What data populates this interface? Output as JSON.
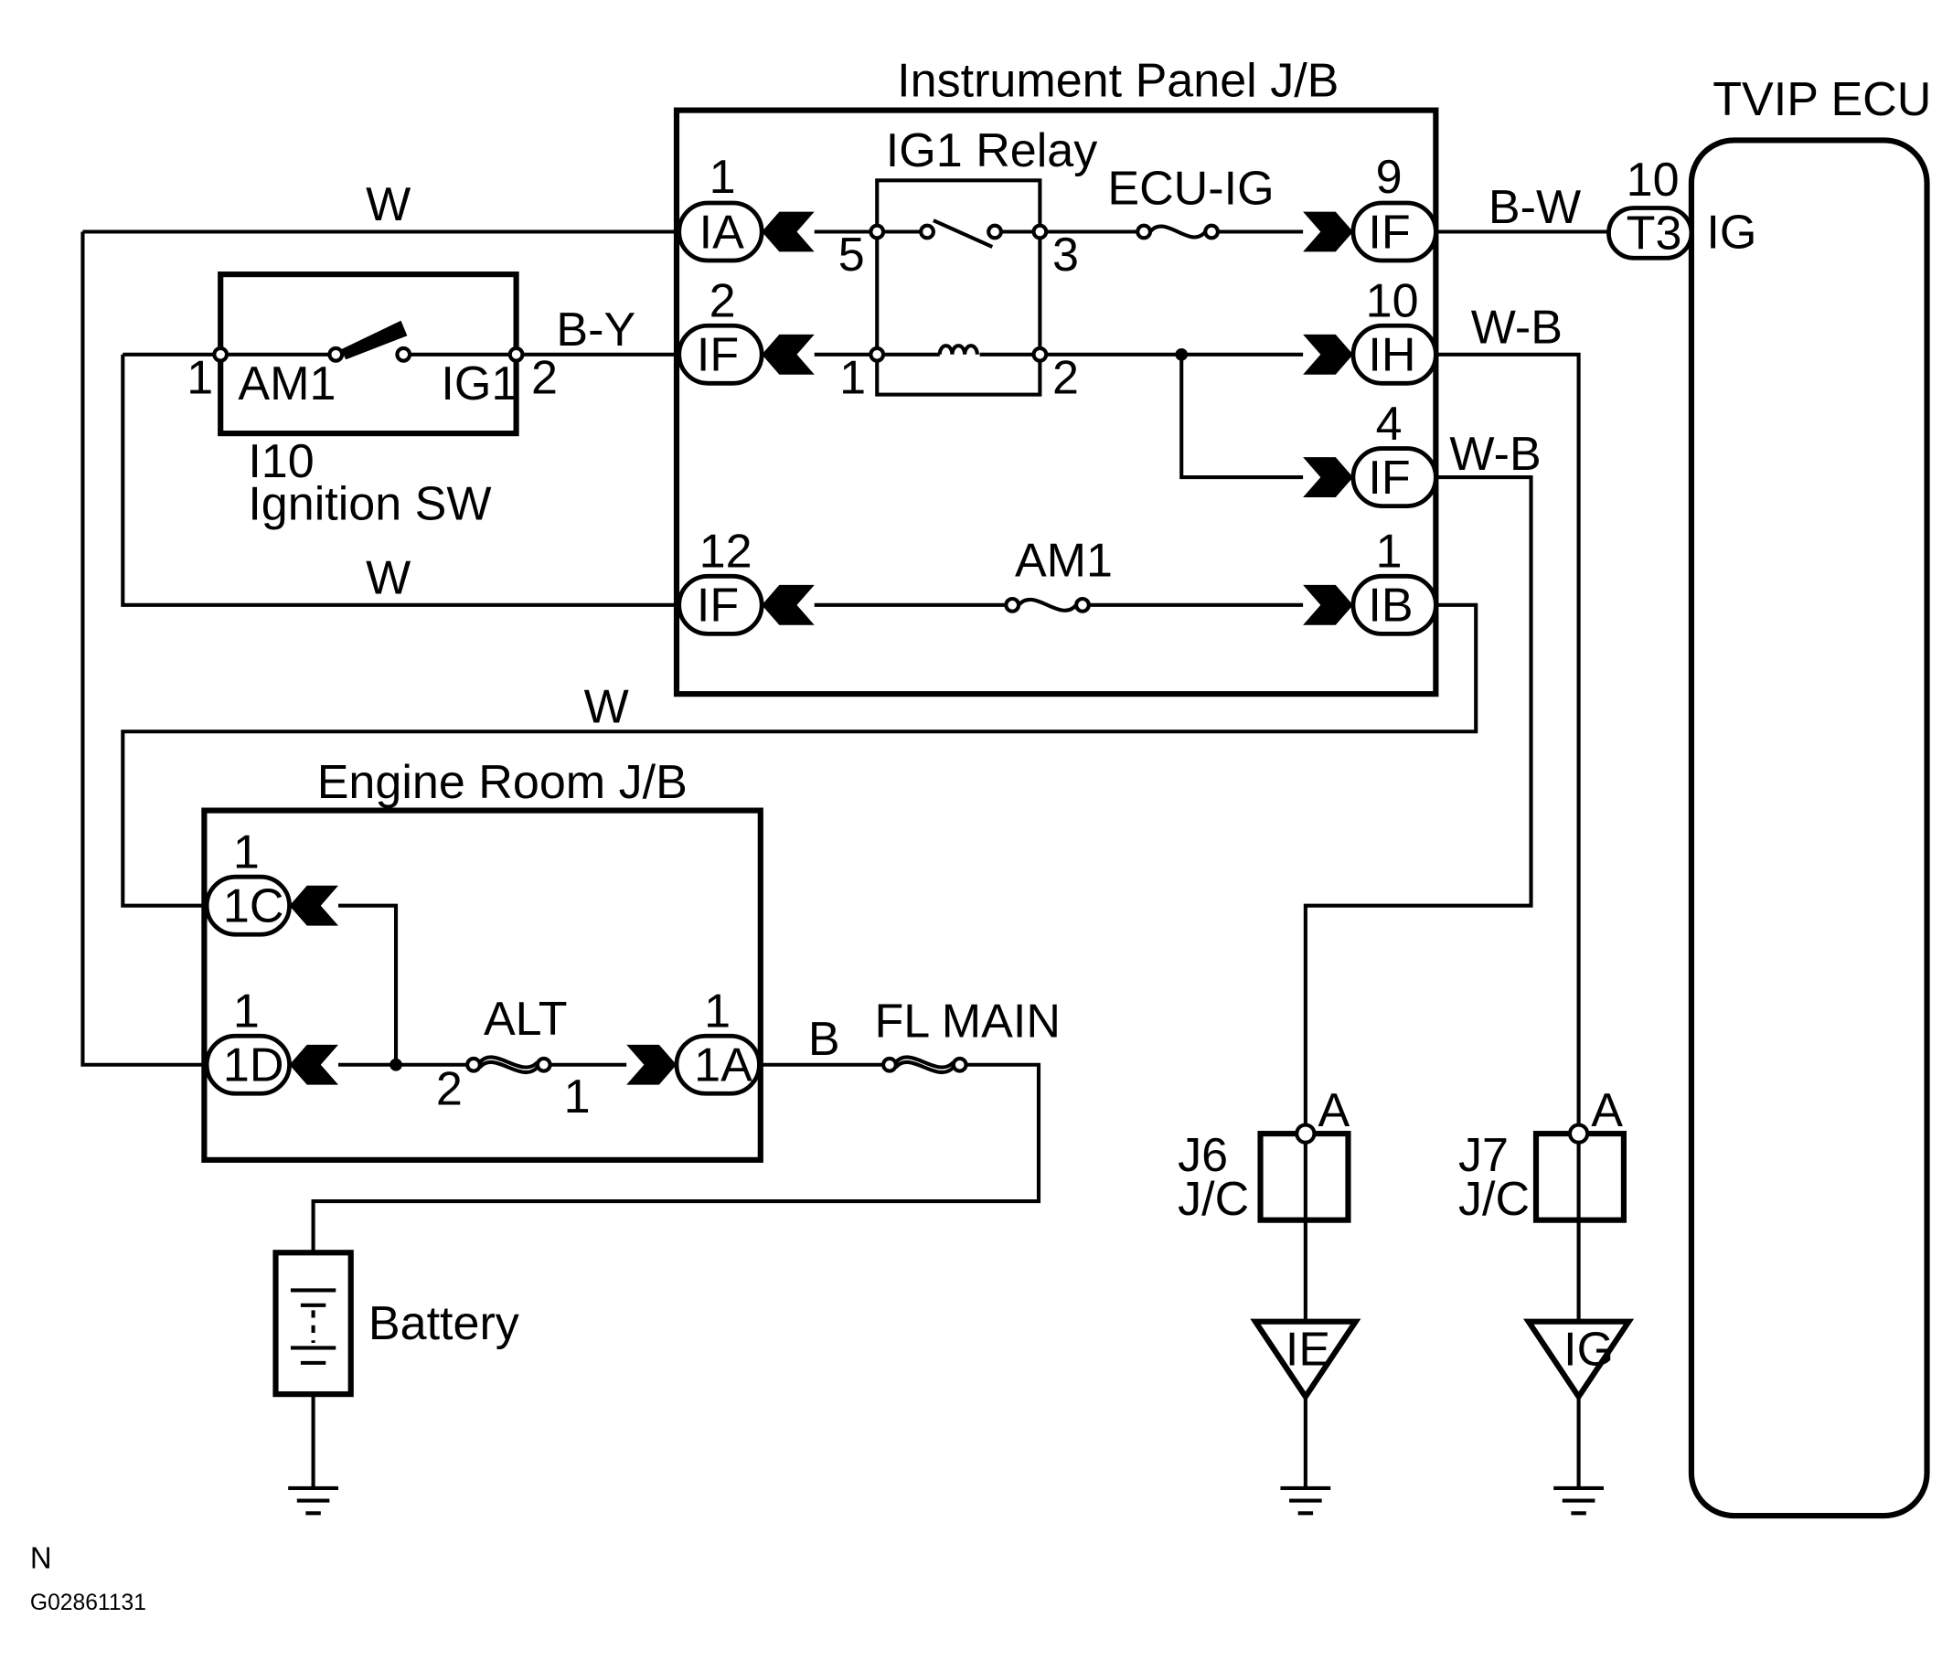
{
  "panel_jb": {
    "title": "Instrument Panel J/B"
  },
  "relay": {
    "title": "IG1 Relay",
    "pin5": "5",
    "pin3": "3",
    "pin1": "1",
    "pin2": "2"
  },
  "ecu": {
    "title": "TVIP ECU",
    "pin_num": "10",
    "connector": "T3",
    "terminal": "IG"
  },
  "ignition": {
    "pin1": "1",
    "pin2": "2",
    "am1": "AM1",
    "ig1": "IG1",
    "code": "I10",
    "name": "Ignition SW"
  },
  "engine_jb": {
    "title": "Engine Room J/B"
  },
  "fuses": {
    "ecu_ig": "ECU-IG",
    "am1": "AM1",
    "alt": "ALT",
    "alt_pin2": "2",
    "alt_pin1": "1",
    "fl_main": "FL MAIN"
  },
  "wires": {
    "w1": "W",
    "by": "B-Y",
    "w2": "W",
    "w3": "W",
    "bw": "B-W",
    "wb1": "W-B",
    "wb2": "W-B",
    "b": "B"
  },
  "connectors": {
    "ia": {
      "num": "1",
      "label": "IA"
    },
    "if_left2": {
      "num": "2",
      "label": "IF"
    },
    "if_left12": {
      "num": "12",
      "label": "IF"
    },
    "if_right9": {
      "num": "9",
      "label": "IF"
    },
    "ih": {
      "num": "10",
      "label": "IH"
    },
    "if_right4": {
      "num": "4",
      "label": "IF"
    },
    "ib": {
      "num": "1",
      "label": "IB"
    },
    "c1c": {
      "num": "1",
      "label": "1C"
    },
    "c1d": {
      "num": "1",
      "label": "1D"
    },
    "c1a": {
      "num": "1",
      "label": "1A"
    }
  },
  "battery": {
    "label": "Battery"
  },
  "j6": {
    "pin": "A",
    "code": "J6",
    "type": "J/C"
  },
  "j7": {
    "pin": "A",
    "code": "J7",
    "type": "J/C"
  },
  "grounds": {
    "ie": "IE",
    "ig": "IG"
  },
  "footer": {
    "letter": "N",
    "code": "G02861131"
  }
}
